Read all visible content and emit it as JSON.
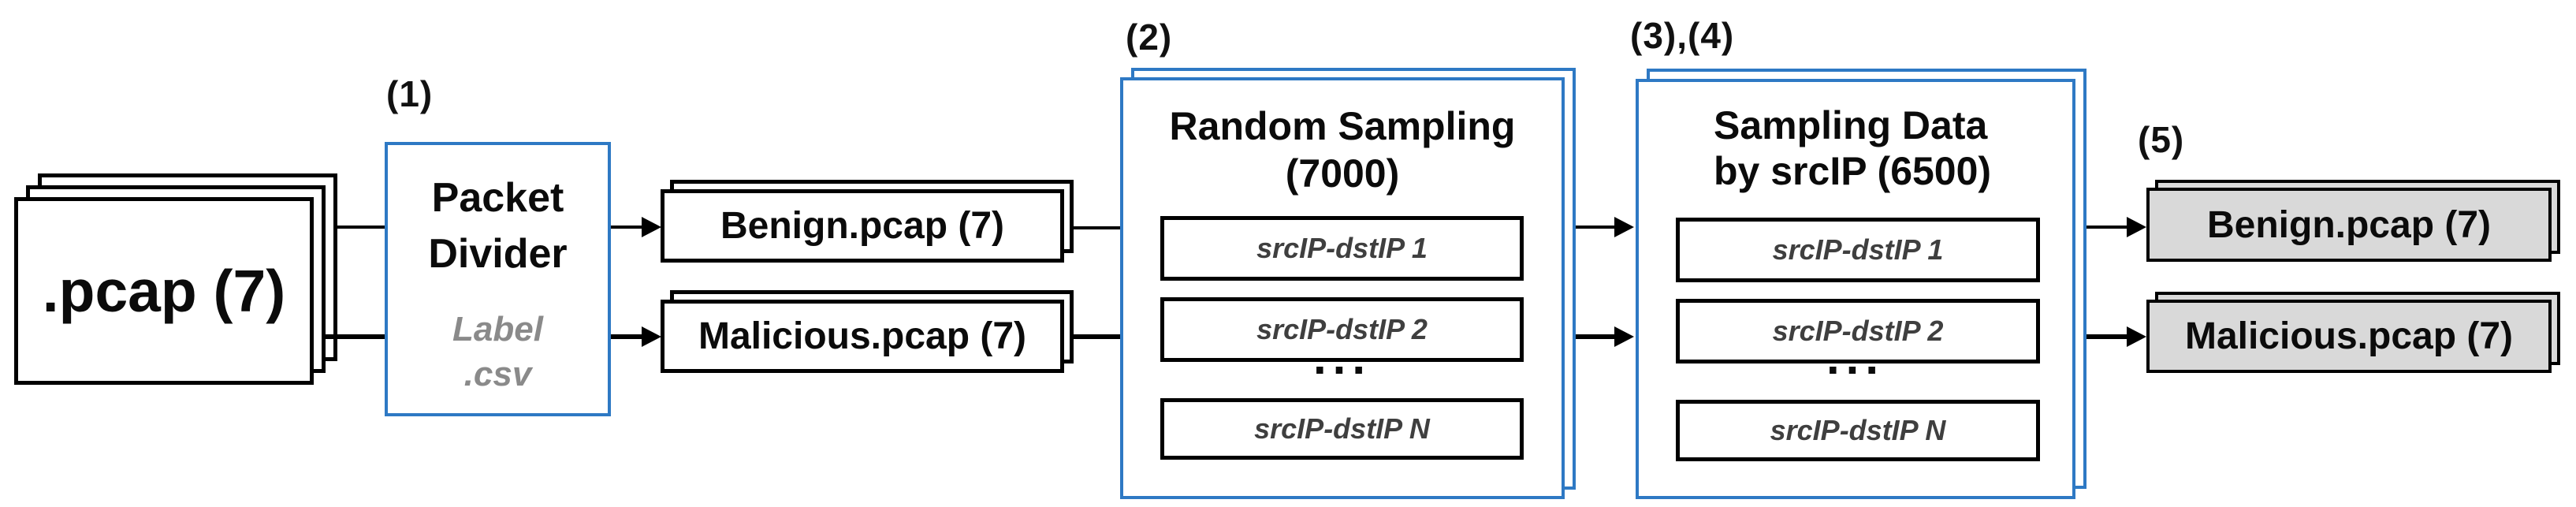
{
  "diagram": {
    "step_labels": {
      "s1": "(1)",
      "s2": "(2)",
      "s34": "(3),(4)",
      "s5": "(5)"
    },
    "input_stack": {
      "label": ".pcap (7)"
    },
    "packet_divider": {
      "title_line1": "Packet",
      "title_line2": "Divider",
      "subtitle_line1": "Label",
      "subtitle_line2": ".csv"
    },
    "divided_files": {
      "benign": "Benign.pcap (7)",
      "malicious": "Malicious.pcap (7)"
    },
    "random_sampling": {
      "title_line1": "Random Sampling",
      "title_line2": "(7000)",
      "items": [
        "srcIP-dstIP 1",
        "srcIP-dstIP 2",
        "srcIP-dstIP N"
      ],
      "ellipsis": "..."
    },
    "sampling_by_srcip": {
      "title_line1": "Sampling Data",
      "title_line2": "by srcIP (6500)",
      "items": [
        "srcIP-dstIP 1",
        "srcIP-dstIP 2",
        "srcIP-dstIP N"
      ],
      "ellipsis": "..."
    },
    "output_files": {
      "benign": "Benign.pcap (7)",
      "malicious": "Malicious.pcap (7)"
    },
    "colors": {
      "accent_blue": "#2E79C4",
      "output_fill": "#D9D9D9",
      "subtitle_gray": "#8A8A8A",
      "item_text": "#3F3F3F"
    }
  }
}
